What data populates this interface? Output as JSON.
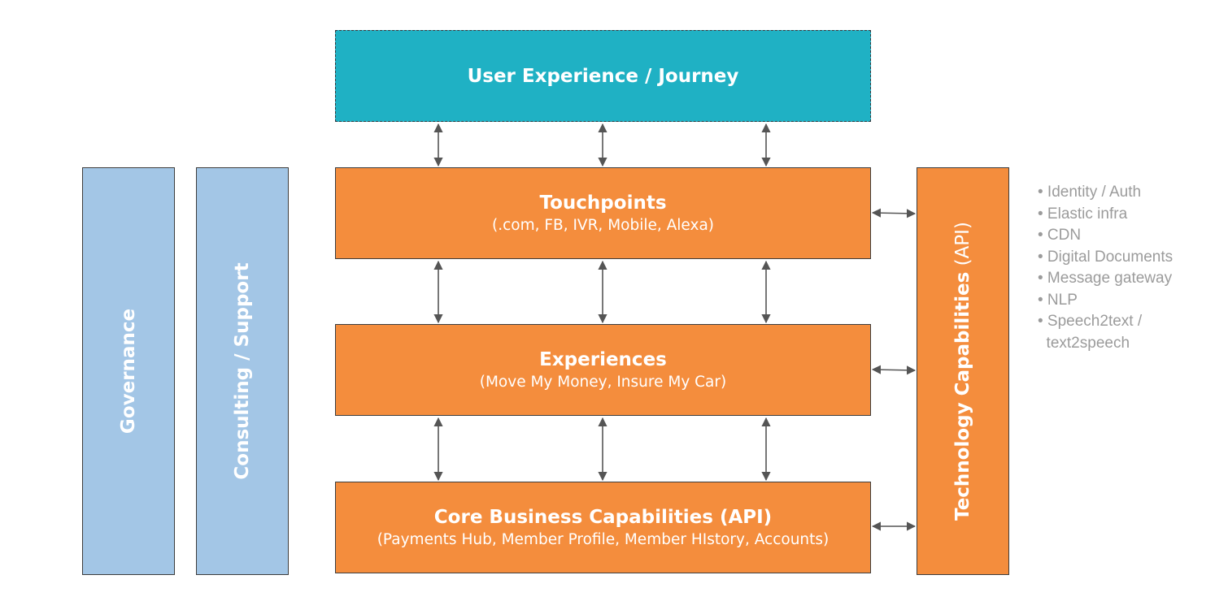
{
  "ux": {
    "title": "User Experience / Journey"
  },
  "touchpoints": {
    "title": "Touchpoints",
    "subtitle": "(.com, FB, IVR, Mobile, Alexa)"
  },
  "experiences": {
    "title": "Experiences",
    "subtitle": "(Move My Money, Insure My Car)"
  },
  "core": {
    "title": "Core Business Capabilities (API)",
    "subtitle": "(Payments Hub, Member Profile, Member HIstory, Accounts)"
  },
  "governance": {
    "label": "Governance"
  },
  "consulting": {
    "label": "Consulting / Support"
  },
  "tech": {
    "label": "Technology Capabilities",
    "suffix": " (API)"
  },
  "tech_capabilities": [
    "• Identity / Auth",
    "• Elastic infra",
    "• CDN",
    "• Digital Documents",
    "• Message gateway",
    "• NLP",
    "• Speech2text /",
    "  text2speech"
  ],
  "colors": {
    "orange": "#f48d3d",
    "teal": "#1fb1c4",
    "blue": "#a3c6e6",
    "bullet_text": "#9b9b9b",
    "arrow": "#555555"
  }
}
